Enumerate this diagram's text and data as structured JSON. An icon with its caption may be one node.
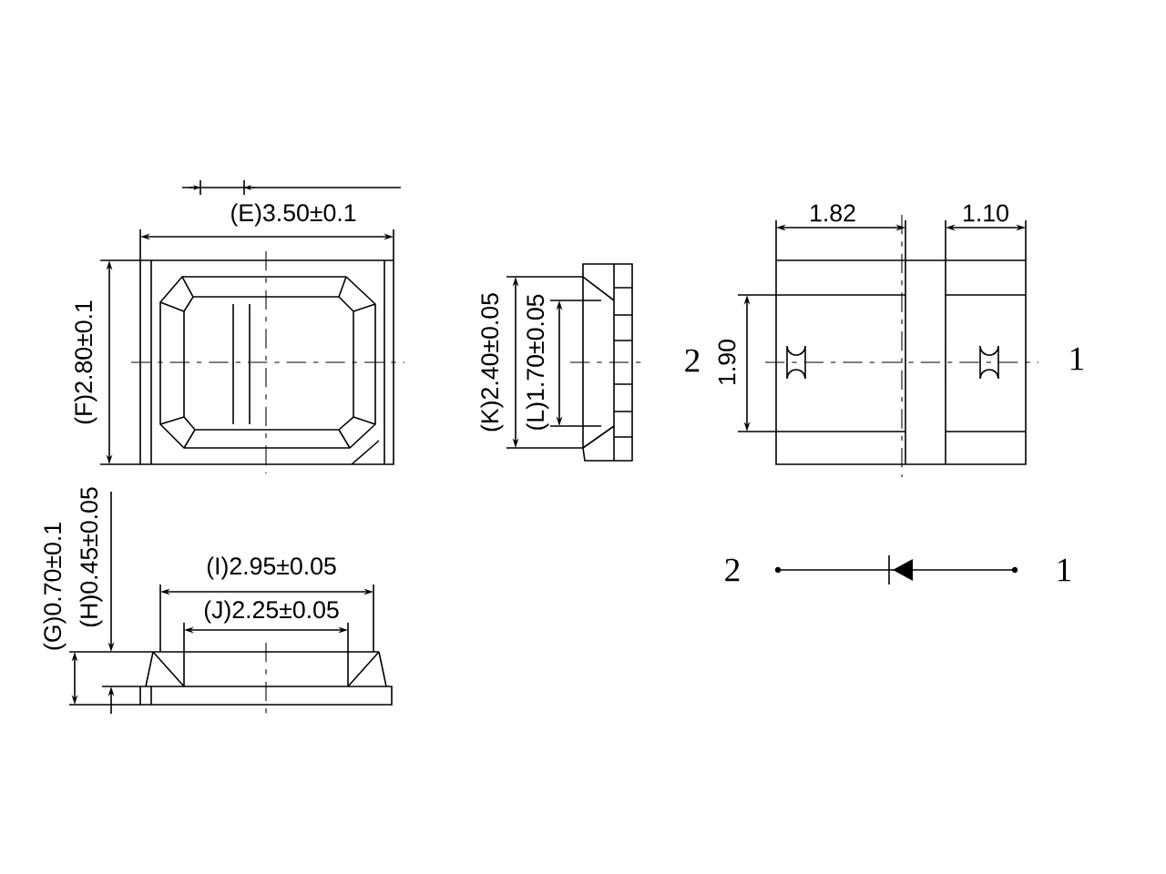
{
  "diagram": {
    "labels": [
      "(E)3.50±0.1",
      "1.82",
      "1.10",
      "(F)2.80±0.1",
      "(K)2.40±0.05",
      "(L)1.70±0.05",
      "2",
      "1.90",
      "1",
      "(G)0.70±0.1",
      "(H)0.45±0.05",
      "(I)2.95±0.05",
      "(J)2.25±0.05",
      "2",
      "1"
    ]
  }
}
